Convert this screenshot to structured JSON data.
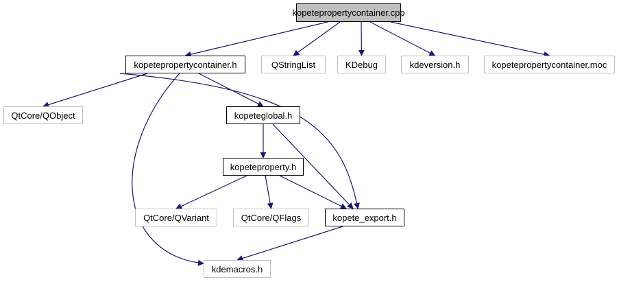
{
  "diagram": {
    "type": "include-dependency-graph",
    "edge_color": "#191970",
    "nodes": [
      {
        "id": "root",
        "label": "kopetepropertycontainer.cpp",
        "kind": "root"
      },
      {
        "id": "container_h",
        "label": "kopetepropertycontainer.h",
        "kind": "local"
      },
      {
        "id": "qstringlist",
        "label": "QStringList",
        "kind": "external"
      },
      {
        "id": "kdebug",
        "label": "KDebug",
        "kind": "external"
      },
      {
        "id": "kdeversion",
        "label": "kdeversion.h",
        "kind": "external"
      },
      {
        "id": "moc",
        "label": "kopetepropertycontainer.moc",
        "kind": "external"
      },
      {
        "id": "qobject",
        "label": "QtCore/QObject",
        "kind": "external"
      },
      {
        "id": "global_h",
        "label": "kopeteglobal.h",
        "kind": "local"
      },
      {
        "id": "property_h",
        "label": "kopeteproperty.h",
        "kind": "local"
      },
      {
        "id": "qvariant",
        "label": "QtCore/QVariant",
        "kind": "external"
      },
      {
        "id": "qflags",
        "label": "QtCore/QFlags",
        "kind": "external"
      },
      {
        "id": "export_h",
        "label": "kopete_export.h",
        "kind": "local"
      },
      {
        "id": "kdemacros",
        "label": "kdemacros.h",
        "kind": "external"
      }
    ],
    "edges": [
      {
        "from": "root",
        "to": "container_h"
      },
      {
        "from": "root",
        "to": "qstringlist"
      },
      {
        "from": "root",
        "to": "kdebug"
      },
      {
        "from": "root",
        "to": "kdeversion"
      },
      {
        "from": "root",
        "to": "moc"
      },
      {
        "from": "container_h",
        "to": "qobject"
      },
      {
        "from": "container_h",
        "to": "global_h"
      },
      {
        "from": "container_h",
        "to": "export_h"
      },
      {
        "from": "container_h",
        "to": "kdemacros"
      },
      {
        "from": "global_h",
        "to": "property_h"
      },
      {
        "from": "global_h",
        "to": "export_h"
      },
      {
        "from": "property_h",
        "to": "qvariant"
      },
      {
        "from": "property_h",
        "to": "qflags"
      },
      {
        "from": "property_h",
        "to": "export_h"
      },
      {
        "from": "export_h",
        "to": "kdemacros"
      }
    ]
  }
}
